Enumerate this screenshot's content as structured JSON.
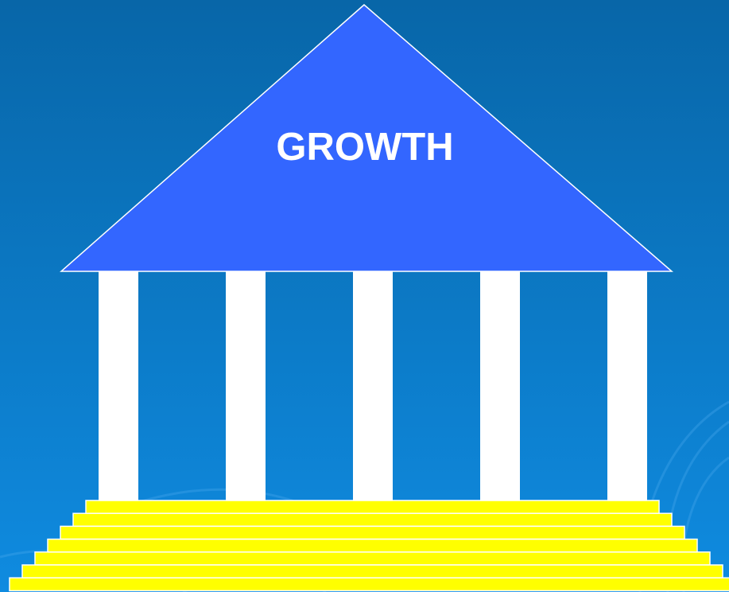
{
  "slide": {
    "roof_label": "GROWTH"
  },
  "colors": {
    "background_top": "#0866a8",
    "background_bottom": "#0f8be0",
    "roof_fill": "#3366ff",
    "roof_outline": "#ffffff",
    "pillar_fill": "#ffffff",
    "step_fill": "#ffff00",
    "step_outline": "#ffffff"
  },
  "shapes": {
    "pillar_count": 5,
    "step_count": 7
  }
}
